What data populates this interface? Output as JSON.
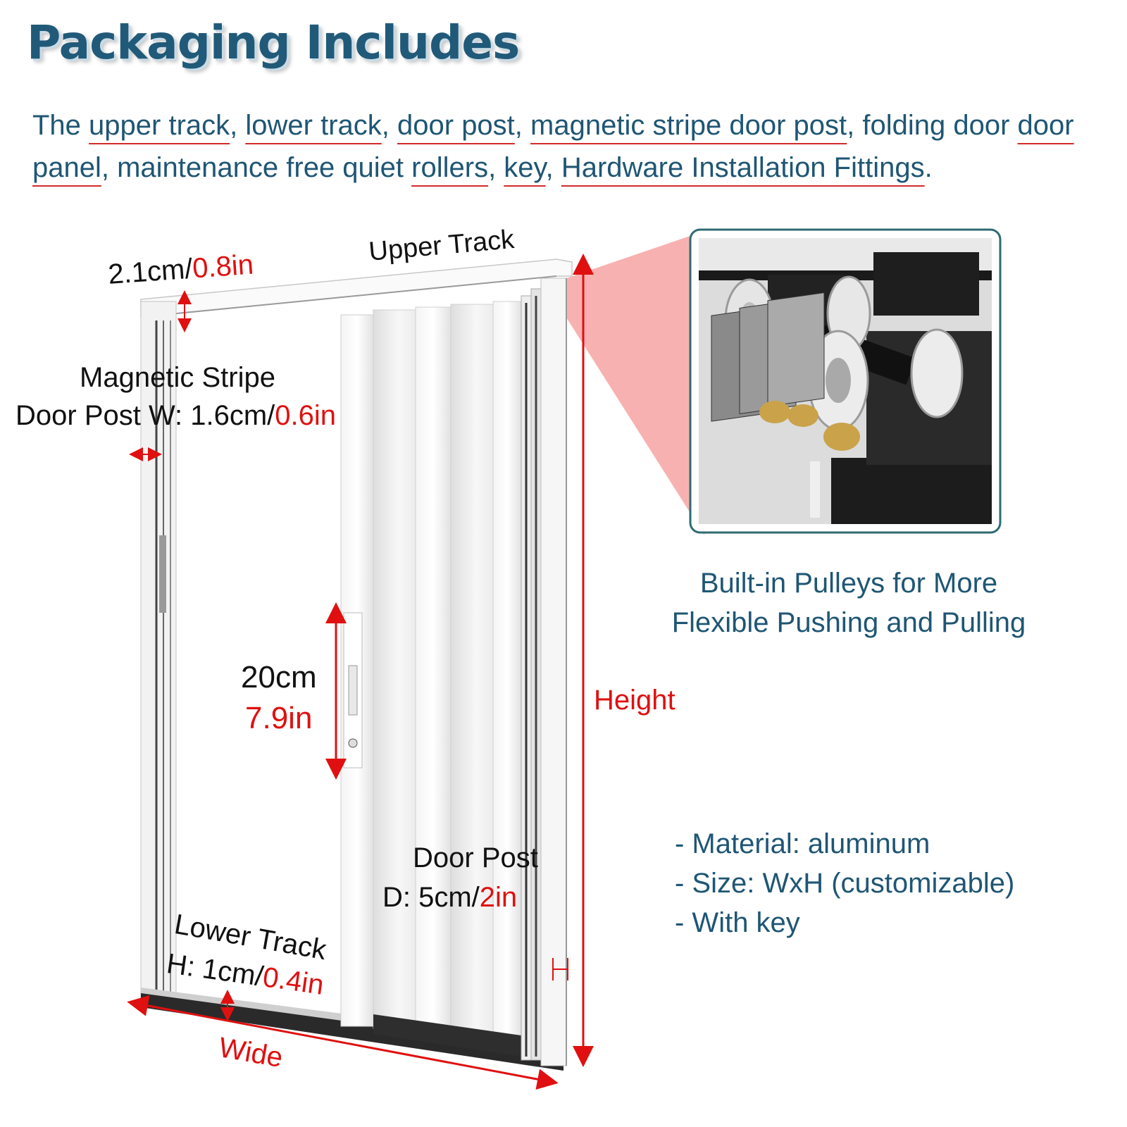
{
  "title": "Packaging Includes",
  "intro": {
    "segments": [
      {
        "text": "The ",
        "underline": false
      },
      {
        "text": "upper track",
        "underline": true
      },
      {
        "text": ", ",
        "underline": false
      },
      {
        "text": "lower track",
        "underline": true
      },
      {
        "text": ", ",
        "underline": false
      },
      {
        "text": "door post",
        "underline": true
      },
      {
        "text": ", ",
        "underline": false
      },
      {
        "text": "magnetic stripe door post",
        "underline": true
      },
      {
        "text": ", folding door ",
        "underline": false
      },
      {
        "text": "door panel",
        "underline": true
      },
      {
        "text": ", maintenance free quiet ",
        "underline": false
      },
      {
        "text": "rollers",
        "underline": true
      },
      {
        "text": ", ",
        "underline": false
      },
      {
        "text": "key",
        "underline": true
      },
      {
        "text": ", ",
        "underline": false
      },
      {
        "text": "Hardware Installation Fittings",
        "underline": true
      },
      {
        "text": ".",
        "underline": false
      }
    ]
  },
  "labels": {
    "upper_track": "Upper Track",
    "top_height_cm": "2.1cm/",
    "top_height_in": "0.8in",
    "mag_line1": "Magnetic Stripe",
    "mag_line2": "Door Post W: 1.6cm/",
    "mag_in": "0.6in",
    "handle_cm": "20cm",
    "handle_in": "7.9in",
    "door_post_title": "Door Post",
    "door_post_d": "D:  5cm/",
    "door_post_in": "2in",
    "lower_track_title": "Lower Track",
    "lower_track_h": "H: 1cm/",
    "lower_track_in": "0.4in",
    "height": "Height",
    "wide": "Wide"
  },
  "pulley_caption": {
    "line1": "Built-in Pulleys for More",
    "line2": "Flexible Pushing and Pulling"
  },
  "specs": [
    "- Material: aluminum",
    "- Size: WxH (customizable)",
    "- With key"
  ],
  "colors": {
    "brand_blue": "#215a79",
    "text_blue": "#1f5674",
    "accent_red": "#e01010",
    "callout_red": "#f7a3a3",
    "frame_border": "#2e6b73"
  }
}
